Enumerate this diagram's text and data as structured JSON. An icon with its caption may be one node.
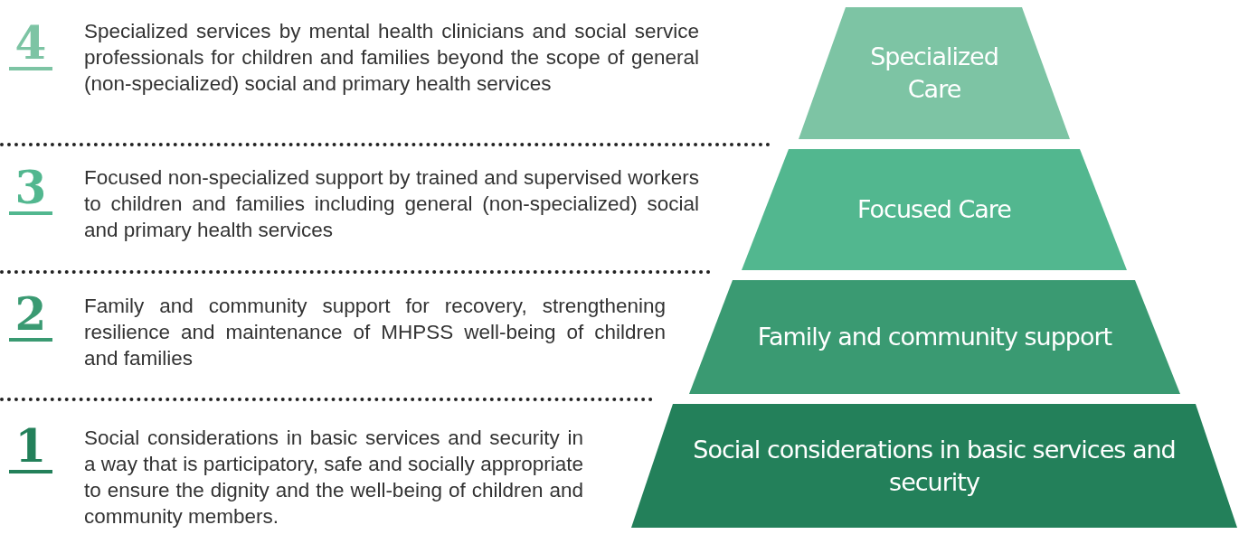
{
  "diagram": {
    "nodes": [
      {
        "text": [
          "Specialized Care"
        ]
      },
      {
        "text": [
          "Focused Care"
        ]
      },
      {
        "text": [
          "Family and community support"
        ]
      },
      {
        "text": [
          "Social considerations in basic services and security"
        ]
      }
    ],
    "labels": [
      "4",
      "Specialized services by mental health clinicians and social service professionals for children and families beyond the scope of general (non-specialized) social and primary health services",
      "3",
      "Focused non-specialized support by trained and supervised workers to children and families including general (non-specialized) social and primary health services",
      "2",
      "Family and community support for recovery, strengthening resilience and maintenance of MHPSS well-being of children and families",
      "1",
      "Social considerations in basic services and security in a way that is participatory, safe and socially appropriate to ensure the dignity and the well-being of children and community members."
    ]
  }
}
